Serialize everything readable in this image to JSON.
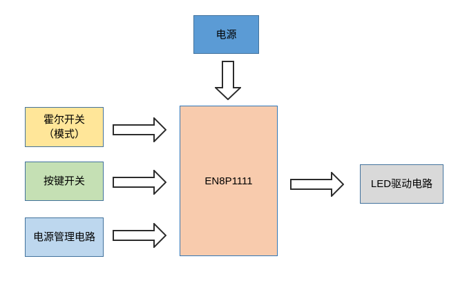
{
  "diagram": {
    "arrow": {
      "fill": "#FFFFFF",
      "outline": "#2B2B2B"
    },
    "nodes": {
      "power": {
        "label": "电源",
        "fill": "#5B9BD5",
        "border": "#41719C"
      },
      "hall": {
        "label": "霍尔开关\n（模式）",
        "fill": "#FFE699",
        "border": "#41719C"
      },
      "button": {
        "label": "按键开关",
        "fill": "#C5E0B4",
        "border": "#41719C"
      },
      "power_mgmt": {
        "label": "电源管理电路",
        "fill": "#BDD7EE",
        "border": "#41719C"
      },
      "mcu": {
        "label": "EN8P1111",
        "fill": "#F8CBAD",
        "border": "#2E75B6"
      },
      "led": {
        "label": "LED驱动电路",
        "fill": "#D9D9D9",
        "border": "#41719C"
      }
    },
    "edges": [
      {
        "from": "power",
        "to": "mcu",
        "direction": "down"
      },
      {
        "from": "hall",
        "to": "mcu",
        "direction": "right"
      },
      {
        "from": "button",
        "to": "mcu",
        "direction": "right"
      },
      {
        "from": "power_mgmt",
        "to": "mcu",
        "direction": "right"
      },
      {
        "from": "mcu",
        "to": "led",
        "direction": "right"
      }
    ]
  }
}
